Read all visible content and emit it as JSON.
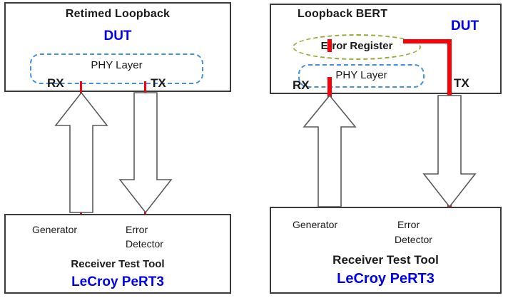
{
  "diagram": {
    "panels": [
      {
        "id": "retimed-loopback",
        "title": "Retimed Loopback",
        "dut_label": "DUT",
        "phy_label": "PHY Layer",
        "rx_label": "RX",
        "tx_label": "TX",
        "tool": {
          "generator_label": "Generator",
          "error_detector_line1": "Error",
          "error_detector_line2": "Detector",
          "tool_name": "Receiver Test Tool",
          "brand": "LeCroy PeRT3"
        },
        "arrows": [
          {
            "name": "rx-uplink-arrow",
            "direction": "up"
          },
          {
            "name": "tx-downlink-arrow",
            "direction": "down"
          }
        ]
      },
      {
        "id": "loopback-bert",
        "title": "Loopback BERT",
        "dut_label": "DUT",
        "phy_label": "PHY Layer",
        "rx_label": "RX",
        "tx_label": "TX",
        "error_register_label": "Error Register",
        "tool": {
          "generator_label": "Generator",
          "error_detector_line1": "Error",
          "error_detector_line2": "Detector",
          "tool_name": "Receiver Test Tool",
          "brand": "LeCroy PeRT3"
        },
        "arrows": [
          {
            "name": "rx-uplink-arrow",
            "direction": "up"
          },
          {
            "name": "tx-downlink-arrow",
            "direction": "down"
          }
        ]
      }
    ],
    "colors": {
      "signal_red": "#fb0007",
      "brand_blue": "#0000ee",
      "phy_border_blue": "#4a90d9",
      "error_register_olive": "#9aa83a",
      "box_border": "#3b3b3b",
      "text_black": "#1a1a1a"
    }
  }
}
